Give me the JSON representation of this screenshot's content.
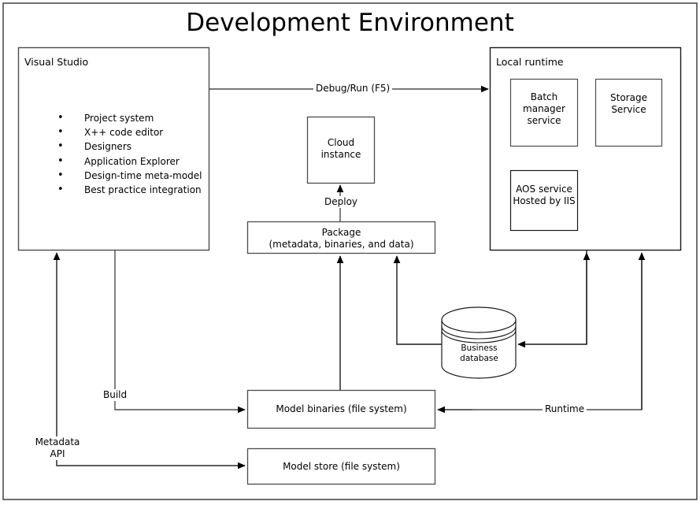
{
  "title": "Development Environment",
  "frame": {
    "name": "diagram-outer-frame"
  },
  "visual_studio": {
    "title": "Visual Studio",
    "features": [
      "Project system",
      "X++ code editor",
      "Designers",
      "Application Explorer",
      "Design-time meta-model",
      "Best practice integration"
    ]
  },
  "local_runtime": {
    "title": "Local runtime",
    "services": [
      {
        "name": "batch-manager-service",
        "label": "Batch\nmanager\nservice",
        "line1": "Batch",
        "line2": "manager",
        "line3": "service"
      },
      {
        "name": "storage-service",
        "label": "Storage Service",
        "line1": "Storage",
        "line2": "Service",
        "line3": ""
      },
      {
        "name": "aos-service",
        "label": "AOS service Hosted by IIS",
        "line1": "AOS service",
        "line2": "Hosted by IIS",
        "line3": ""
      }
    ]
  },
  "cloud_instance": {
    "line1": "Cloud",
    "line2": "instance"
  },
  "package": {
    "line1": "Package",
    "line2": "(metadata, binaries, and data)"
  },
  "business_database": {
    "line1": "Business",
    "line2": "database"
  },
  "model_binaries": {
    "label": "Model binaries (file system)"
  },
  "model_store": {
    "label": "Model store (file system)"
  },
  "connectors": [
    {
      "name": "debug-run-connector",
      "label": "Debug/Run (F5)",
      "from": "visual-studio",
      "to": "local-runtime"
    },
    {
      "name": "deploy-connector",
      "label": "Deploy",
      "from": "package",
      "to": "cloud-instance"
    },
    {
      "name": "build-connector",
      "label": "Build",
      "from": "visual-studio",
      "to": "model-binaries"
    },
    {
      "name": "metadata-api-connector",
      "label": "Metadata\nAPI",
      "line1": "Metadata",
      "line2": "API",
      "from": "model-store",
      "to": "visual-studio"
    },
    {
      "name": "runtime-connector",
      "label": "Runtime",
      "from": "local-runtime",
      "to": "model-binaries"
    }
  ],
  "colors": {
    "stroke": "#4d4d4d",
    "stroke_dark": "#000000",
    "background": "#ffffff",
    "text": "#000000"
  }
}
